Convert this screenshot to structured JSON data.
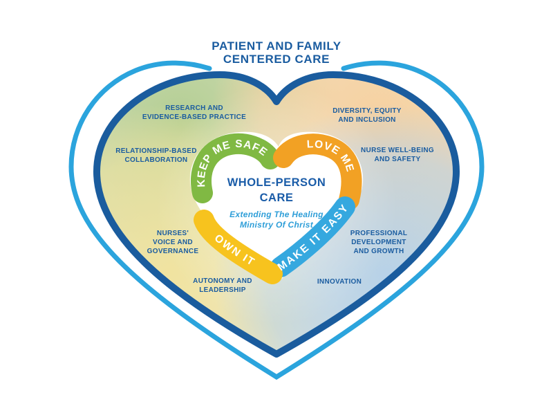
{
  "title": {
    "text": "PATIENT AND FAMILY\nCENTERED CARE"
  },
  "center_heart": {
    "heading_line1": "WHOLE-PERSON",
    "heading_line2": "CARE",
    "tagline_line1": "Extending The Healing",
    "tagline_line2": "Ministry Of Christ"
  },
  "ring_segments": [
    {
      "id": "keep-me-safe",
      "label": "KEEP ME SAFE",
      "color": "#80B943"
    },
    {
      "id": "love-me",
      "label": "LOVE ME",
      "color": "#F2A124"
    },
    {
      "id": "make-it-easy",
      "label": "MAKE IT EASY",
      "color": "#35A8DF"
    },
    {
      "id": "own-it",
      "label": "OWN IT",
      "color": "#F7C31E"
    }
  ],
  "outer_labels": [
    {
      "id": "research",
      "text": "RESEARCH AND\nEVIDENCE-BASED PRACTICE"
    },
    {
      "id": "diversity",
      "text": "DIVERSITY, EQUITY\nAND INCLUSION"
    },
    {
      "id": "relationship",
      "text": "RELATIONSHIP-BASED\nCOLLABORATION"
    },
    {
      "id": "nurse-wellbeing",
      "text": "NURSE WELL-BEING\nAND SAFETY"
    },
    {
      "id": "nurses-voice",
      "text": "NURSES'\nVOICE AND\nGOVERNANCE"
    },
    {
      "id": "professional",
      "text": "PROFESSIONAL\nDEVELOPMENT\nAND GROWTH"
    },
    {
      "id": "autonomy",
      "text": "AUTONOMY AND\nLEADERSHIP"
    },
    {
      "id": "innovation",
      "text": "INNOVATION"
    }
  ],
  "colors": {
    "outline_light_blue": "#2BA4DD",
    "outline_dark_blue": "#1A5C9E",
    "label_text": "#1A5CA0",
    "heading_text": "#1A5CA8",
    "tagline_blue": "#2E9ED8",
    "gradient_green": "#B3CE93",
    "gradient_peach": "#F6D1A0",
    "gradient_yellow": "#F0E3A0",
    "gradient_blue": "#B7D2E8"
  }
}
